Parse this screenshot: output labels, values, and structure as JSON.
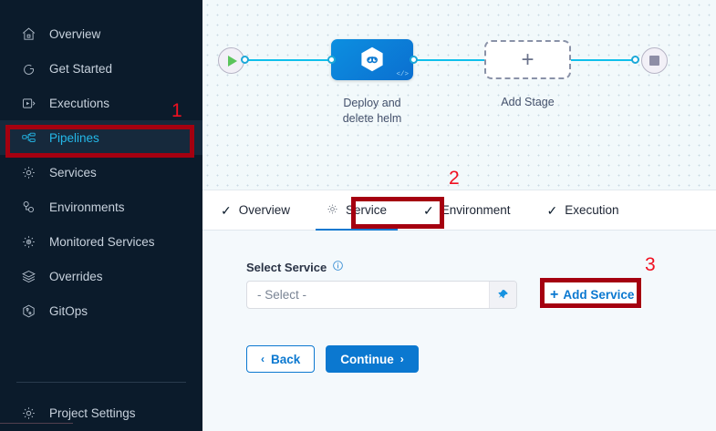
{
  "sidebar": {
    "items": [
      {
        "label": "Overview",
        "icon": "home-icon",
        "active": false
      },
      {
        "label": "Get Started",
        "icon": "arrow-circle-icon",
        "active": false
      },
      {
        "label": "Executions",
        "icon": "play-square-icon",
        "active": false
      },
      {
        "label": "Pipelines",
        "icon": "pipeline-icon",
        "active": true
      },
      {
        "label": "Services",
        "icon": "gear-icon",
        "active": false
      },
      {
        "label": "Environments",
        "icon": "environments-icon",
        "active": false
      },
      {
        "label": "Monitored Services",
        "icon": "monitored-gear-icon",
        "active": false
      },
      {
        "label": "Overrides",
        "icon": "layers-icon",
        "active": false
      },
      {
        "label": "GitOps",
        "icon": "gitops-icon",
        "active": false
      }
    ],
    "bottom_items": [
      {
        "label": "Project Settings",
        "icon": "gear-icon",
        "active": false
      }
    ]
  },
  "canvas": {
    "start_node": "start-play-node",
    "end_node": "end-stop-node",
    "stage": {
      "label_line1": "Deploy and",
      "label_line2": "delete helm",
      "icon": "hexagon-chain-icon",
      "code_glyph": "</>"
    },
    "add_stage": {
      "plus": "+",
      "label": "Add Stage"
    }
  },
  "tabs": [
    {
      "label": "Overview",
      "icon": "check-icon",
      "active": false
    },
    {
      "label": "Service",
      "icon": "gear-icon",
      "active": true
    },
    {
      "label": "Environment",
      "icon": "check-icon",
      "active": false
    },
    {
      "label": "Execution",
      "icon": "check-icon",
      "active": false
    }
  ],
  "form": {
    "field_label": "Select Service",
    "info_icon": "info-icon",
    "select_placeholder": "- Select -",
    "select_value": "",
    "pin_icon": "pin-icon",
    "add_service_label": "Add Service",
    "add_service_plus": "+",
    "back_label": "Back",
    "back_chevron": "‹",
    "continue_label": "Continue",
    "continue_chevron": "›"
  },
  "annotations": [
    {
      "number": "1",
      "target": "sidebar-item-pipelines"
    },
    {
      "number": "2",
      "target": "tab-service"
    },
    {
      "number": "3",
      "target": "add-service-button"
    }
  ],
  "colors": {
    "sidebar_bg": "#0b1b2b",
    "accent_blue": "#0b78d0",
    "active_nav_text": "#24b8e8",
    "edge_cyan": "#10c0eb",
    "annotation_red": "#a50010",
    "annotation_number_red": "#f01020",
    "canvas_bg": "#f2f9fb",
    "panel_bg": "#f4f9fc"
  }
}
